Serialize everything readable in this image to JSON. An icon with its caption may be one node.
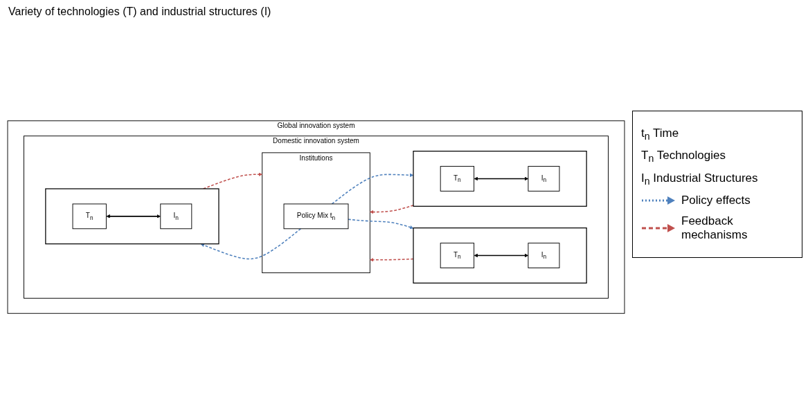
{
  "diagram": {
    "nodes": [
      {
        "text": [
          "Global innovation system"
        ]
      },
      {
        "text": [
          "Domestic innovation system"
        ],
        "in": 0
      },
      {
        "text": [
          "Institutions"
        ],
        "in": 1
      },
      {
        "text": [
          "Policy Mix t$_{n}$"
        ],
        "in": 2
      },
      {
        "text": [],
        "shape": "box",
        "in": 1
      },
      {
        "text": [
          "T$_{n}$"
        ],
        "in": 4
      },
      {
        "text": [
          "I$_{n}$"
        ],
        "in": 4
      },
      {
        "text": [],
        "shape": "box",
        "in": 1
      },
      {
        "text": [
          "T$_{n}$"
        ],
        "in": 7
      },
      {
        "text": [
          "I$_{n}$"
        ],
        "in": 7
      },
      {
        "text": [],
        "shape": "box",
        "in": 1
      },
      {
        "text": [
          "T$_{n}$"
        ],
        "in": 10
      },
      {
        "text": [
          "I$_{n}$"
        ],
        "in": 10
      }
    ],
    "edges": [
      {
        "from": 3,
        "to": 4,
        "arrow": "to",
        "style": "dashed",
        "color": "#4f81bd"
      },
      {
        "from": 3,
        "to": 7,
        "arrow": "to",
        "style": "dashed",
        "color": "#4f81bd"
      },
      {
        "from": 3,
        "to": 10,
        "arrow": "to",
        "style": "dashed",
        "color": "#4f81bd"
      },
      {
        "from": 5,
        "to": 6,
        "arrow": "both",
        "color": "#000000"
      },
      {
        "from": 8,
        "to": 9,
        "arrow": "both",
        "color": "#000000"
      },
      {
        "from": 11,
        "to": 12,
        "arrow": "both",
        "color": "#000000"
      },
      {
        "from": 4,
        "to": 2,
        "arrow": "to",
        "style": "dashed",
        "color": "#c0504d"
      },
      {
        "from": 7,
        "to": 2,
        "arrow": "to",
        "style": "dashed",
        "color": "#c0504d"
      },
      {
        "from": 10,
        "to": 2,
        "arrow": "to",
        "style": "dashed",
        "color": "#c0504d"
      }
    ],
    "labels": [
      "Variety of technologies (T) and industrial structures (I)"
    ],
    "legend": [
      {
        "text": "t$_{n}$ Time"
      },
      {
        "text": "T$_{n}$ Technologies"
      },
      {
        "text": "I$_{n}$ Industrial Structures"
      },
      {
        "text": "Policy effects"
      },
      {
        "text": "Feedback mechanisms"
      }
    ]
  }
}
